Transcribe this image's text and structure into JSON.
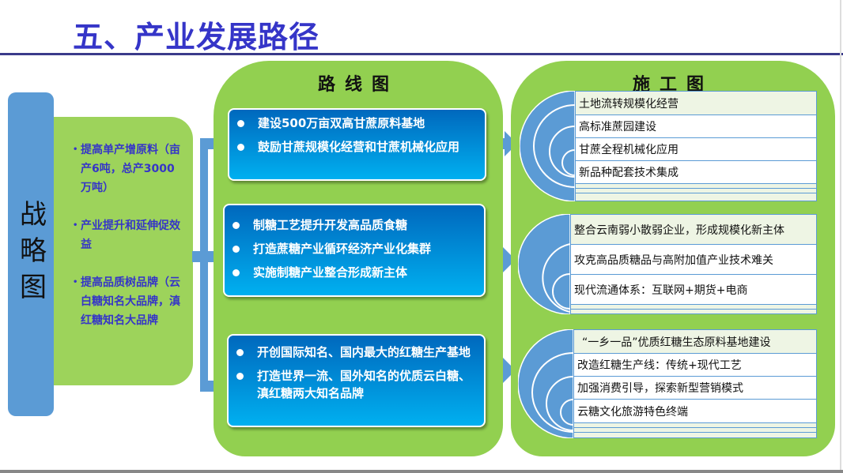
{
  "title": "五、产业发展路径",
  "strategy": {
    "label": "战略图",
    "items": [
      "提高单产增原料（亩产6吨，总产3000万吨）",
      "产业提升和延伸促效益",
      "提高品质树品牌（云白糖知名大品牌，滇红糖知名大品牌"
    ]
  },
  "roadmap": {
    "header": "路线图",
    "boxes": [
      {
        "items": [
          "建设500万亩双高甘蔗原料基地",
          "鼓励甘蔗规模化经营和甘蔗机械化应用"
        ]
      },
      {
        "items": [
          "制糖工艺提升开发高品质食糖",
          "打造蔗糖产业循环经济产业化集群",
          "实施制糖产业整合形成新主体"
        ]
      },
      {
        "items": [
          "开创国际知名、国内最大的红糖生产基地",
          "打造世界一流、国外知名的优质云白糖、滇红糖两大知名品牌"
        ]
      }
    ]
  },
  "construction": {
    "header": "施工图",
    "groups": [
      {
        "rows": [
          "土地流转规模化经营",
          "高标准蔗园建设",
          "甘蔗全程机械化应用",
          "新品种配套技术集成"
        ]
      },
      {
        "rows": [
          "整合云南弱小散弱企业，形成规模化新主体",
          "攻克高品质糖品与高附加值产业技术难关",
          "现代流通体系：互联网+期货+电商"
        ]
      },
      {
        "rows": [
          "“一乡一品”优质红糖生态原料基地建设",
          "改造红糖生产线：传统+现代工艺",
          "加强消费引导，探索新型营销模式",
          "云糖文化旅游特色终端"
        ]
      }
    ]
  },
  "colors": {
    "title": "#3535c8",
    "panel_green": "#92d050",
    "arrow_blue": "#5b9bd5",
    "box_top": "#0068bd",
    "box_bottom": "#00b0f0"
  }
}
